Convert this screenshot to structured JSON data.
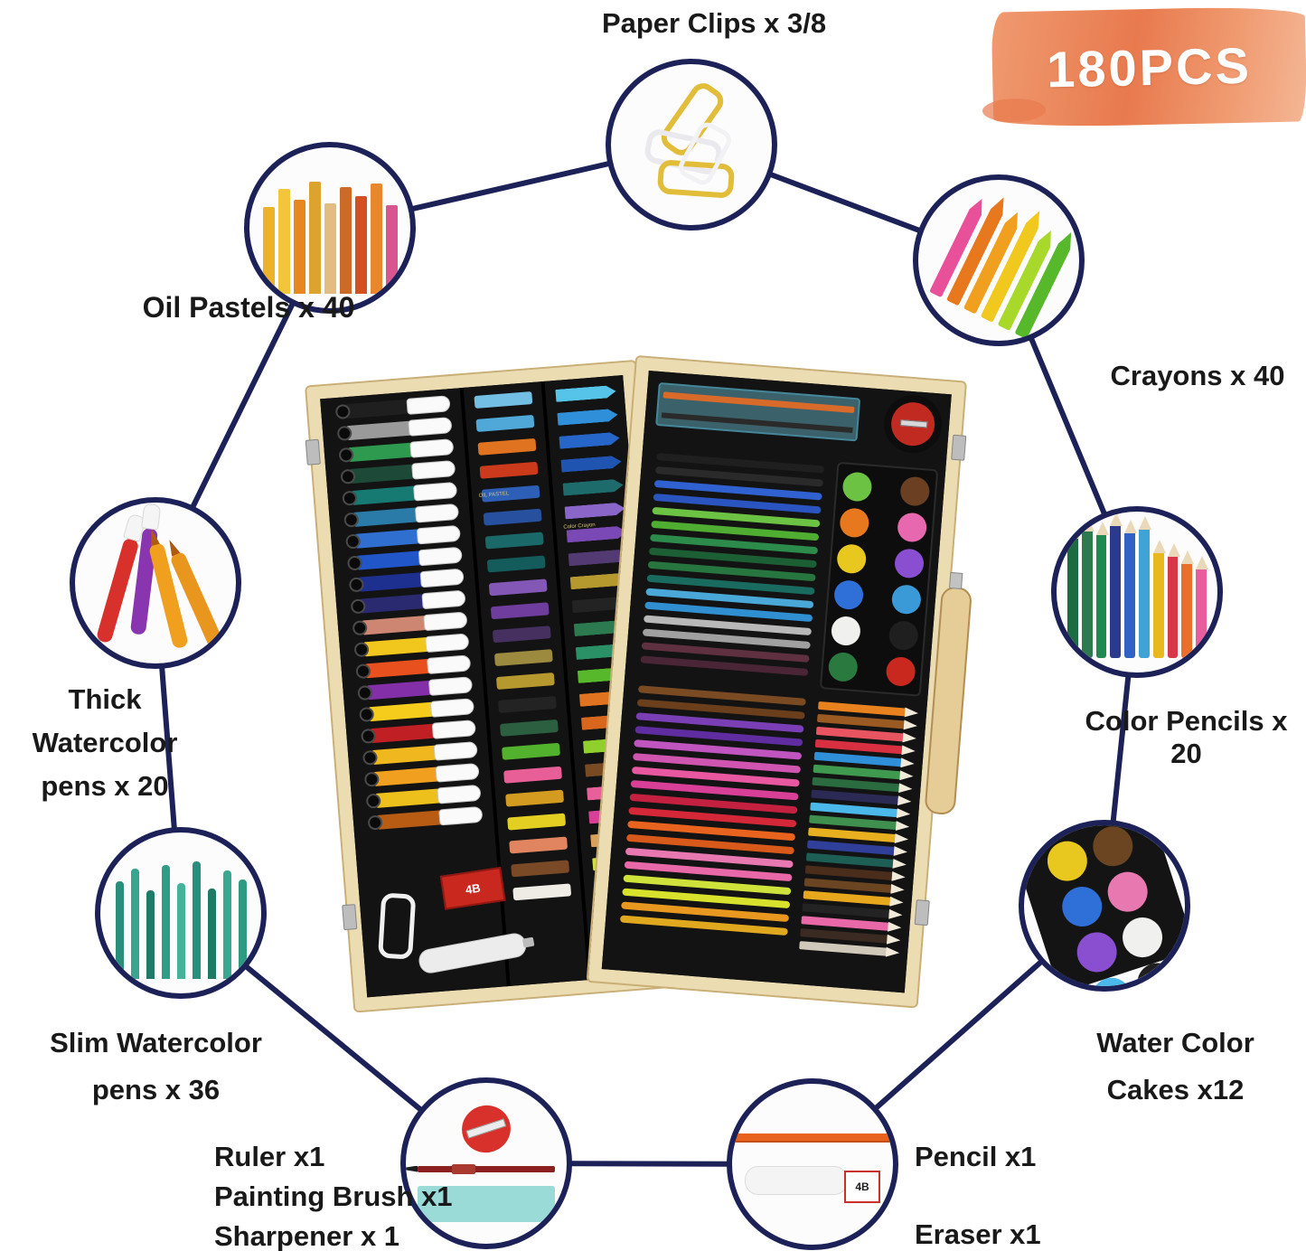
{
  "title_badge": {
    "count_label": "180PCS"
  },
  "labels": {
    "paper_clips": "Paper Clips x 3/8",
    "oil_pastels": "Oil Pastels x 40",
    "crayons": "Crayons x 40",
    "thick_watercolor_line1": "Thick Watercolor",
    "thick_watercolor_line2": "pens x 20",
    "color_pencils": "Color Pencils x 20",
    "slim_watercolor_line1": "Slim Watercolor",
    "slim_watercolor_line2": "pens x 36",
    "water_color_line1": "Water Color",
    "water_color_line2": "Cakes x12",
    "ruler": "Ruler x1",
    "painting_brush": "Painting Brush x1",
    "sharpener": "Sharpener x 1",
    "pencil": "Pencil x1",
    "eraser": "Eraser x1"
  },
  "case": {
    "eraser_box_label": "4B",
    "stick_labels": {
      "oil_pastel": "OIL PASTEL",
      "crayon": "Color Crayon"
    },
    "thick_pens": [
      "#1f1f1f",
      "#9a9a9a",
      "#2e9a4f",
      "#1d4a38",
      "#177a72",
      "#2a7ba8",
      "#2f6fd0",
      "#2056c8",
      "#1d2f8f",
      "#2a2a70",
      "#cd8672",
      "#f2c71d",
      "#e8501e",
      "#8330a8",
      "#f5cb1c",
      "#c01f24",
      "#f0b81e",
      "#f0a01e",
      "#eec01c",
      "#b85c14"
    ],
    "oil_pastels": [
      "#72bfe3",
      "#4fa8d8",
      "#e0731f",
      "#cc3a1c",
      "#2c5fb5",
      "#27509f",
      "#1a6868",
      "#145c5c",
      "#8257b5",
      "#6e3d9e",
      "#45305f",
      "#9c8a3e",
      "#b5982e",
      "#232323",
      "#2c5e40",
      "#52b22e",
      "#e85f98",
      "#d39b1f",
      "#e3cf22",
      "#e0855f",
      "#7a4a26",
      "#efece6"
    ],
    "crayons": [
      "#56c3e8",
      "#2f8fd8",
      "#2566c8",
      "#1f55b0",
      "#1d6b6b",
      "#8a66c8",
      "#7a49b5",
      "#533a73",
      "#b5982e",
      "#232323",
      "#2c7a4f",
      "#2a9166",
      "#56b82a",
      "#e0731f",
      "#d8661c",
      "#8fd02c",
      "#7a4a22",
      "#e8609a",
      "#d84098",
      "#d8a05a",
      "#cfe23c",
      "#efece6"
    ],
    "slim_pens_top": [
      "#1f1f1f",
      "#2a2a2a",
      "#2f62d0",
      "#2a55c0",
      "#6cc242",
      "#4fae32",
      "#2c8a4a",
      "#1d5f35",
      "#27753f",
      "#1a6b5f",
      "#4aa8d8",
      "#2f8fd0",
      "#b8b8b8",
      "#a0a0a0",
      "#5f3040",
      "#4a2535"
    ],
    "slim_pens_bottom": [
      "#7a4a22",
      "#6b3f1c",
      "#7a3fb5",
      "#5f2da0",
      "#c055c0",
      "#d055b0",
      "#e858a0",
      "#d84098",
      "#c42040",
      "#d42838",
      "#e8641e",
      "#d85a1a",
      "#e878b0",
      "#e868a8",
      "#cfe23c",
      "#d8e22c",
      "#e8981e",
      "#e0a81e"
    ],
    "color_pencils": [
      "#e8821e",
      "#9a5a22",
      "#e85560",
      "#d83040",
      "#2f8fd8",
      "#3f9a4f",
      "#2a6b3f",
      "#2a2a55",
      "#4ab8e8",
      "#3f8f4f",
      "#e8b01e",
      "#2f3f9a",
      "#1d5f55",
      "#4a2d1a",
      "#6b4422",
      "#e8a81e",
      "#232323",
      "#e868a8",
      "#3a2a22",
      "#d0c8b8"
    ],
    "cakes_left": [
      "#6cc242",
      "#e8781e",
      "#e8c81e",
      "#2f6fd8",
      "#f0f0ee",
      "#2a7a3f"
    ],
    "cakes_right": [
      "#6b3f22",
      "#e868b0",
      "#8a4fd0",
      "#3a9ad8",
      "#1f1f1f",
      "#c8281e"
    ]
  },
  "callouts": {
    "oil_pastels": {
      "colors": [
        "#ecb32a",
        "#f2c53a",
        "#e8871f",
        "#dca32e",
        "#e2bc80",
        "#cc6a28",
        "#d44f22",
        "#e8872e",
        "#d85590"
      ]
    },
    "crayons": {
      "colors": [
        "#e8509a",
        "#e8781e",
        "#f0a01e",
        "#f0c81e",
        "#a8d82a",
        "#56b82a"
      ]
    },
    "thick_pens": {
      "colors": [
        "#d8302a",
        "#8a35b0",
        "#f0a01e",
        "#e8961e"
      ]
    },
    "color_pencils": {
      "colors": [
        "#1d6b43",
        "#2d7a4f",
        "#1f8a50",
        "#2b3a8c",
        "#2f62c4",
        "#3fa3d6",
        "#e8b91e",
        "#d63847",
        "#e8702a",
        "#e85e9c"
      ]
    },
    "slim_pens": {
      "colors": [
        "#2a8f7a",
        "#38a68e",
        "#1f7a68",
        "#2f9e86",
        "#46b29a",
        "#27907c",
        "#1d7a66",
        "#3aa890",
        "#2f9a82"
      ]
    },
    "water_cakes": {
      "colors": [
        "#6cc242",
        "#e8781e",
        "#e8c81e",
        "#6b4422",
        "#2f6fd8",
        "#e878b0",
        "#8a4fd0",
        "#f0f0ee",
        "#4ab8e8",
        "#1f1f1f"
      ]
    }
  },
  "colors": {
    "ring": "#1c2158",
    "text": "#191919",
    "wood": "#ecdcb2",
    "woodedge": "#c9ae76",
    "interior": "#131313",
    "splasha": "#f09a70",
    "splashb": "#e87a4e",
    "badgetext": "#ffffff"
  }
}
